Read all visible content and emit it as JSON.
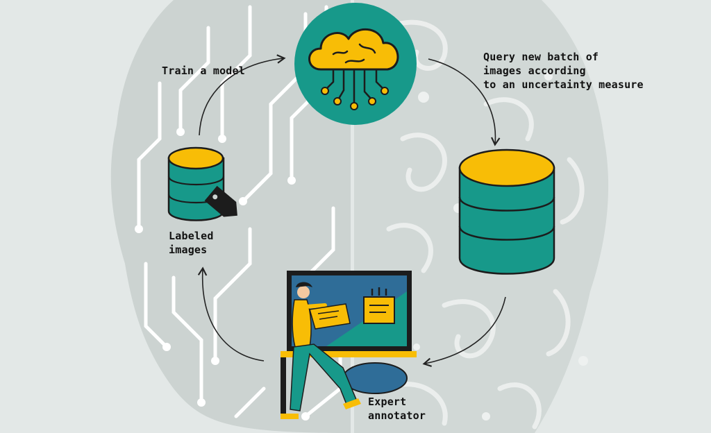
{
  "colors": {
    "background": "#e3e8e7",
    "brain_left": "#ccd3d1",
    "brain_right": "#d1d8d6",
    "circuit_lines": "#ffffff",
    "teal": "#17998a",
    "yellow": "#f8bd06",
    "dark": "#1c1c1c",
    "blue": "#2f6d98"
  },
  "icons": {
    "model": "cloud-circuit-icon",
    "unlabeled": "database-icon",
    "labeled": "database-tag-icon",
    "annotator": "person-at-monitor-icon",
    "arrows": "curved-arrow-icon"
  },
  "labels": {
    "train": "Train a model",
    "query": [
      "Query new batch of",
      "images according",
      "to an uncertainty measure"
    ],
    "labeled": [
      "Labeled",
      "images"
    ],
    "expert": [
      "Expert",
      "annotator"
    ]
  }
}
